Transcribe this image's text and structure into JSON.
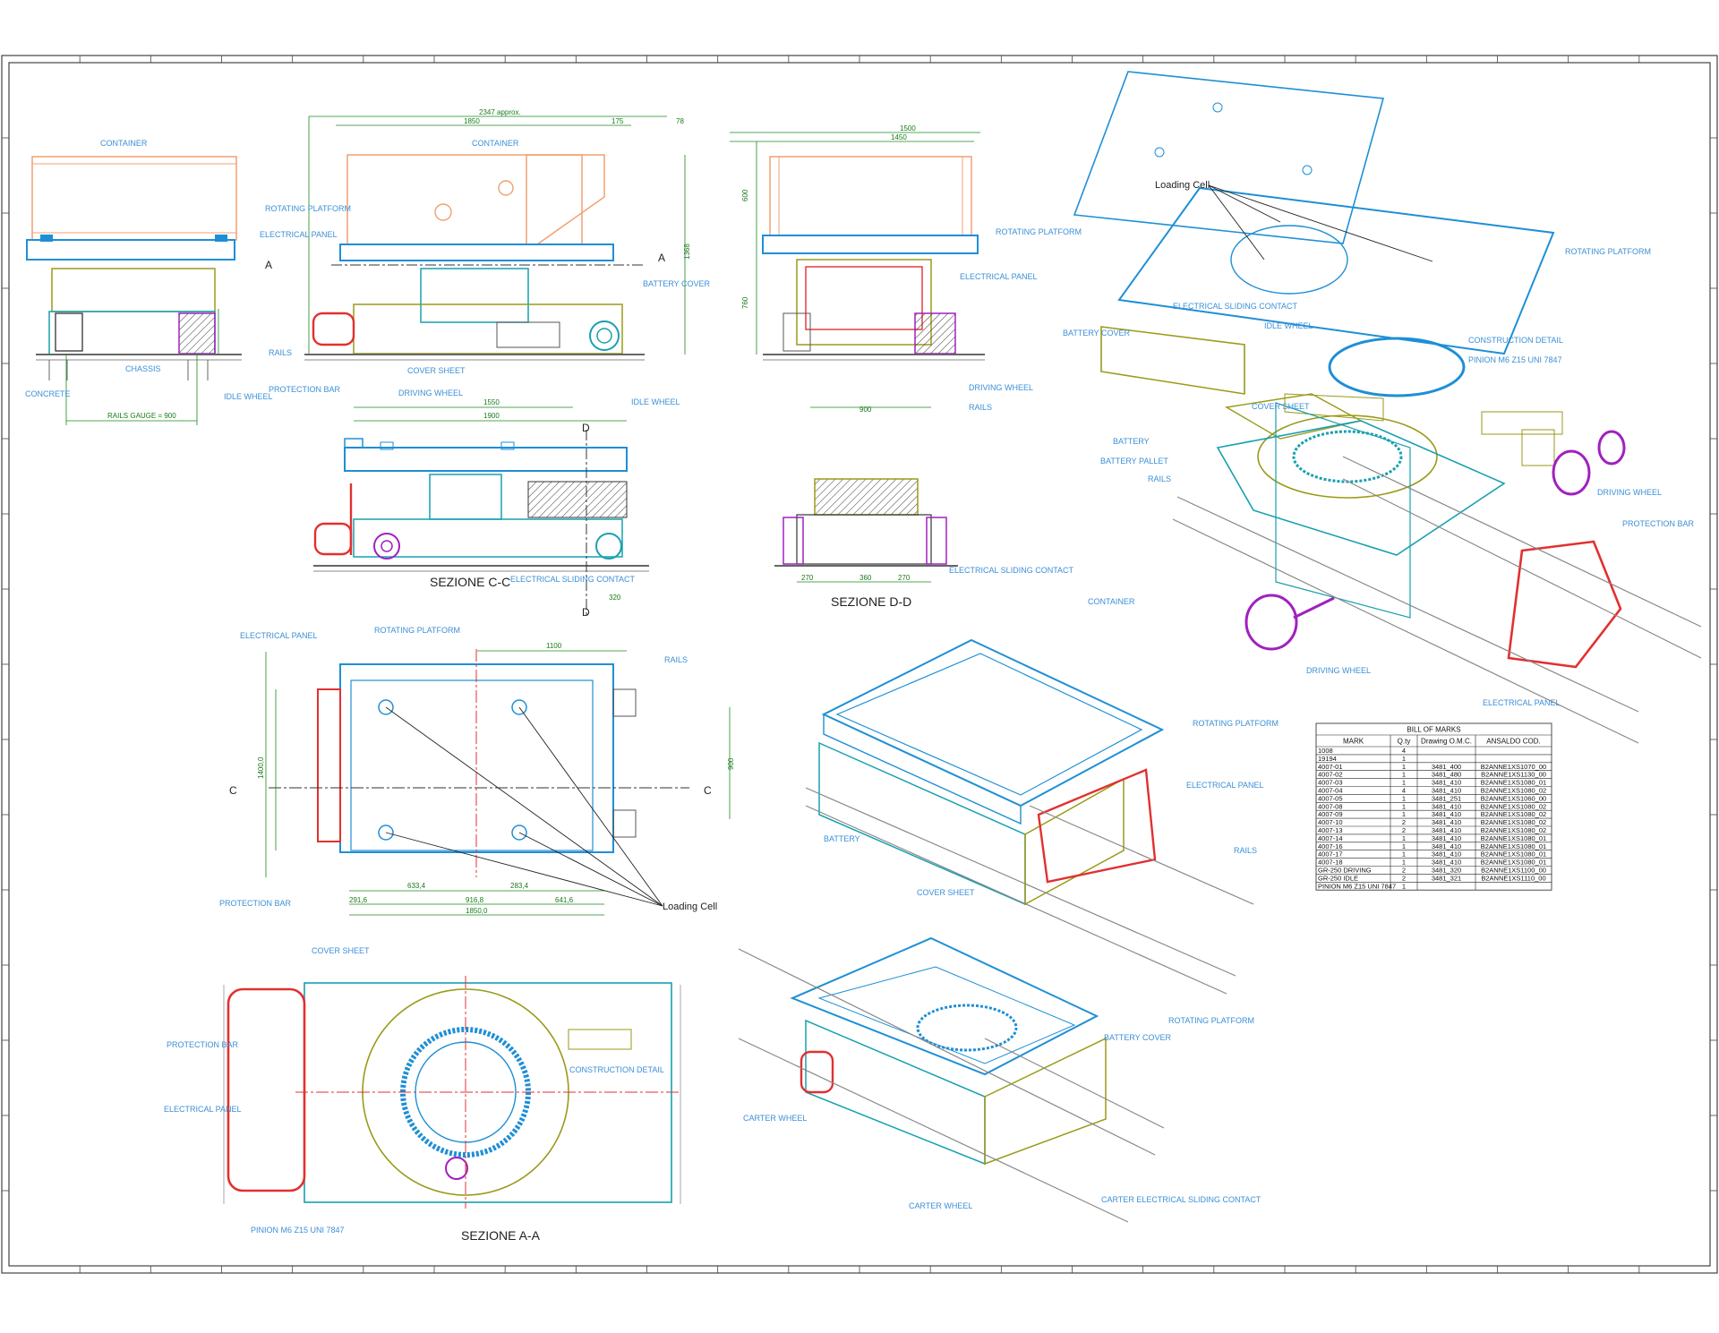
{
  "labels": {
    "container_1": "CONTAINER",
    "container_2": "CONTAINER",
    "container_3": "CONTAINER",
    "rotating_platform": "ROTATING PLATFORM",
    "electrical_panel": "ELECTRICAL PANEL",
    "chassis": "CHASSIS",
    "cover_sheet": "COVER SHEET",
    "driving_wheel": "DRIVING WHEEL",
    "idle_wheel": "IDLE WHEEL",
    "rails": "RAILS",
    "protection_bar": "PROTECTION BAR",
    "battery_cover": "BATTERY COVER",
    "battery": "BATTERY",
    "battery_pallet": "BATTERY PALLET",
    "electrical_sliding_contact": "ELECTRICAL SLIDING CONTACT",
    "construction_detail": "CONSTRUCTION DETAIL",
    "pinion": "PINION M6 Z15 UNI 7847",
    "loading_cell": "Loading Cell",
    "concrete": "CONCRETE",
    "carter_wheel": "CARTER WHEEL",
    "carter_sliding": "CARTER ELECTRICAL SLIDING CONTACT"
  },
  "sections": {
    "cc": "SEZIONE C-C",
    "dd": "SEZIONE D-D",
    "aa": "SEZIONE A-A",
    "mark_a": "A",
    "mark_c": "C",
    "mark_d": "D"
  },
  "dims": {
    "d2347": "2347 approx.",
    "d1850": "1850",
    "d175": "175",
    "d78": "78",
    "d1368": "1368",
    "d1550": "1550",
    "d1900": "1900",
    "d1500": "1500",
    "d1450": "1450",
    "d760": "760",
    "d900": "900",
    "d600": "600",
    "d1100": "1100",
    "d1850_0": "1850,0",
    "d633": "633,4",
    "d283": "283,4",
    "d291": "291,6",
    "d916": "916,8",
    "d641": "641,6",
    "d1400": "1400,0",
    "d270": "270",
    "d360": "360",
    "d320": "320",
    "rails_gauge": "RAILS GAUGE = 900"
  },
  "bom": {
    "title": "BILL OF MARKS",
    "headers": [
      "MARK",
      "Q.ty",
      "Drawing O.M.C.",
      "ANSALDO COD."
    ],
    "rows": [
      [
        "1008",
        "4",
        "",
        ""
      ],
      [
        "19194",
        "1",
        "",
        ""
      ],
      [
        "4007-01",
        "1",
        "3481_400",
        "B2ANNE1XS1070_00"
      ],
      [
        "4007-02",
        "1",
        "3481_480",
        "B2ANNE1XS1130_00"
      ],
      [
        "4007-03",
        "1",
        "3481_410",
        "B2ANNE1XS1080_01"
      ],
      [
        "4007-04",
        "4",
        "3481_410",
        "B2ANNE1XS1080_02"
      ],
      [
        "4007-05",
        "1",
        "3481_251",
        "B2ANNE1XS1060_00"
      ],
      [
        "4007-08",
        "1",
        "3481_410",
        "B2ANNE1XS1080_02"
      ],
      [
        "4007-09",
        "1",
        "3481_410",
        "B2ANNE1XS1080_02"
      ],
      [
        "4007-10",
        "2",
        "3481_410",
        "B2ANNE1XS1080_02"
      ],
      [
        "4007-13",
        "2",
        "3481_410",
        "B2ANNE1XS1080_02"
      ],
      [
        "4007-14",
        "1",
        "3481_410",
        "B2ANNE1XS1080_01"
      ],
      [
        "4007-16",
        "1",
        "3481_410",
        "B2ANNE1XS1080_01"
      ],
      [
        "4007-17",
        "1",
        "3481_410",
        "B2ANNE1XS1080_01"
      ],
      [
        "4007-18",
        "1",
        "3481_410",
        "B2ANNE1XS1080_01"
      ],
      [
        "GR-250 DRIVING",
        "2",
        "3481_320",
        "B2ANNE1XS1100_00"
      ],
      [
        "GR-250 IDLE",
        "2",
        "3481_321",
        "B2ANNE1XS1110_00"
      ],
      [
        "PINION M6 Z15 UNI 7847",
        "1",
        "",
        ""
      ]
    ]
  },
  "colors": {
    "blue": "#1e8fd6",
    "cyan": "#17a0b0",
    "orange": "#f0a070",
    "red": "#e23030",
    "olive": "#9a9a1a",
    "purple": "#a020c0",
    "green": "#1a8a1a",
    "grey": "#888888"
  }
}
